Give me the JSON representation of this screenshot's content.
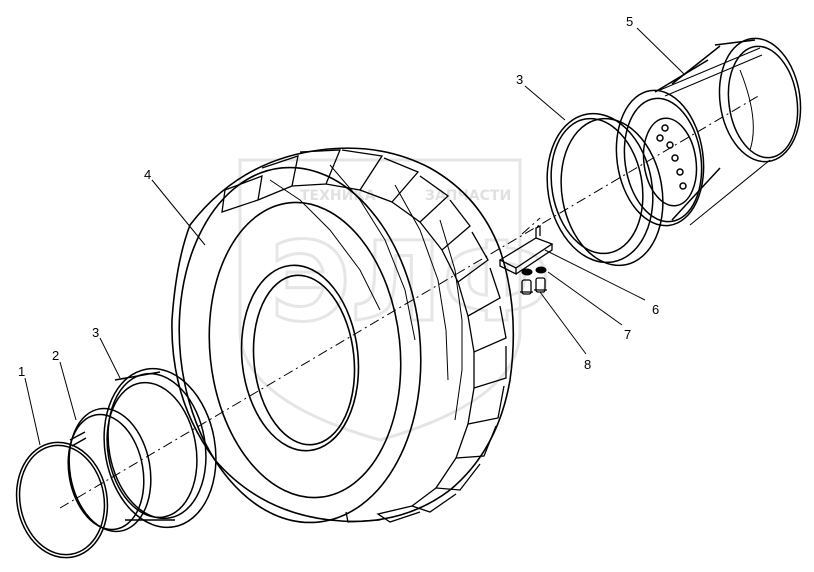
{
  "diagram": {
    "callouts": [
      {
        "id": "c1",
        "text": "1"
      },
      {
        "id": "c2",
        "text": "2"
      },
      {
        "id": "c3a",
        "text": "3"
      },
      {
        "id": "c3b",
        "text": "3"
      },
      {
        "id": "c4",
        "text": "4"
      },
      {
        "id": "c5",
        "text": "5"
      },
      {
        "id": "c6",
        "text": "6"
      },
      {
        "id": "c7",
        "text": "7"
      },
      {
        "id": "c8",
        "text": "8"
      }
    ],
    "watermark": {
      "line1": "ТЕХНИКА",
      "line2": "ЗАПЧАСТИ",
      "logo": "ЭЛФ"
    },
    "colors": {
      "line": "#000000",
      "background": "#ffffff",
      "watermark": "#cfcfcf"
    }
  }
}
